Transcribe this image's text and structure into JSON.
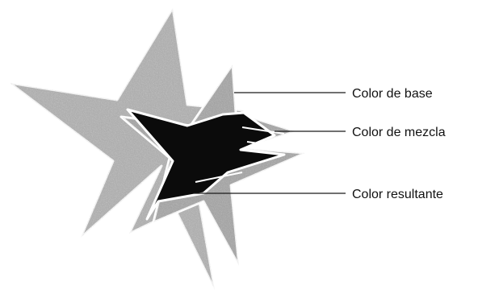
{
  "diagram": {
    "labels": {
      "base": "Color de base",
      "blend": "Color de mezcla",
      "result": "Color resultante"
    },
    "colors": {
      "background": "#ffffff",
      "star_fill": "#a9a9a9",
      "star_texture": "#7d7d7d",
      "overlap_fill": "#0b0b0b",
      "outline": "#ffffff",
      "leader_lines": "#1a1a1a"
    }
  }
}
